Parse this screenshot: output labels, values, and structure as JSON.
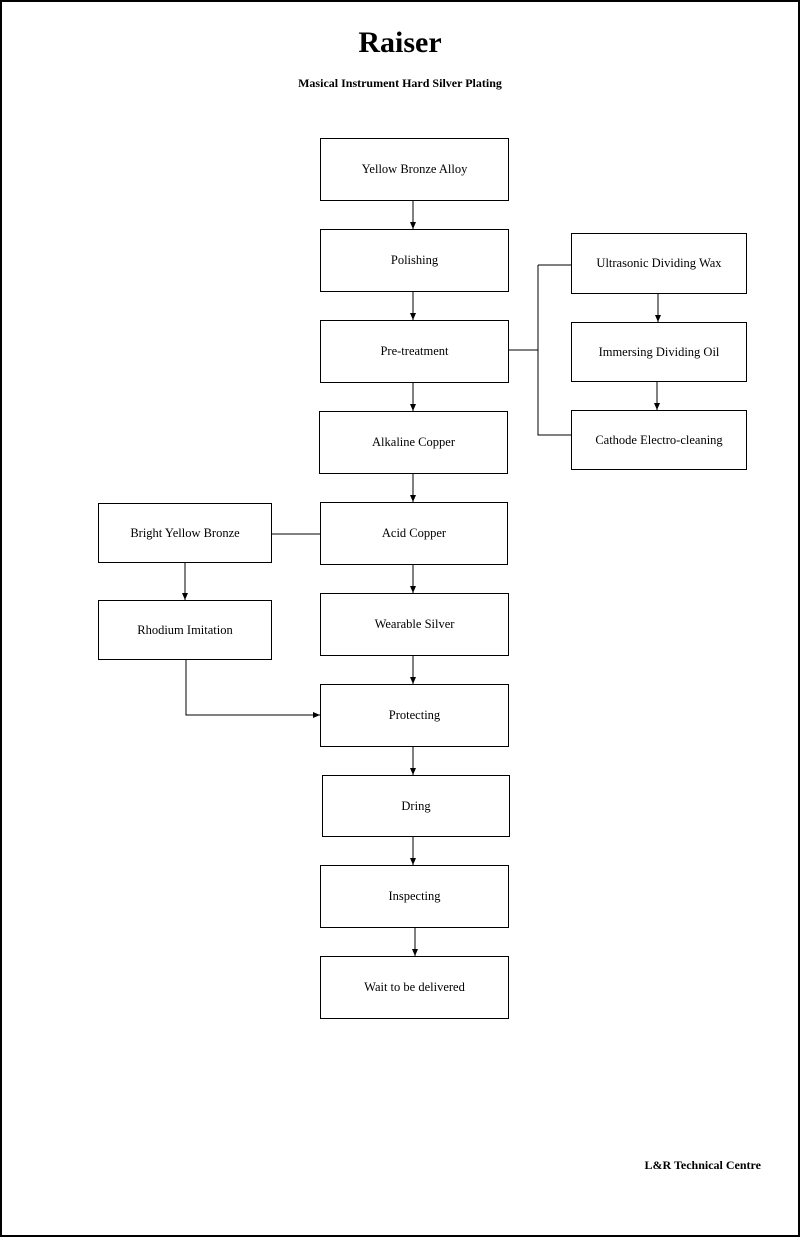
{
  "header": {
    "title": "Raiser",
    "subtitle": "Masical Instrument Hard Silver Plating"
  },
  "footer": {
    "org": "L&R Technical Centre"
  },
  "nodes": {
    "yellow_bronze_alloy": "Yellow Bronze Alloy",
    "polishing": "Polishing",
    "pre_treatment": "Pre-treatment",
    "alkaline_copper": "Alkaline Copper",
    "acid_copper": "Acid Copper",
    "wearable_silver": "Wearable Silver",
    "protecting": "Protecting",
    "dring": "Dring",
    "inspecting": "Inspecting",
    "wait_delivered": "Wait to be delivered",
    "ultrasonic_dividing_wax": "Ultrasonic Dividing Wax",
    "immersing_dividing_oil": "Immersing Dividing Oil",
    "cathode_electro_cleaning": "Cathode Electro-cleaning",
    "bright_yellow_bronze": "Bright Yellow Bronze",
    "rhodium_imitation": "Rhodium Imitation"
  }
}
